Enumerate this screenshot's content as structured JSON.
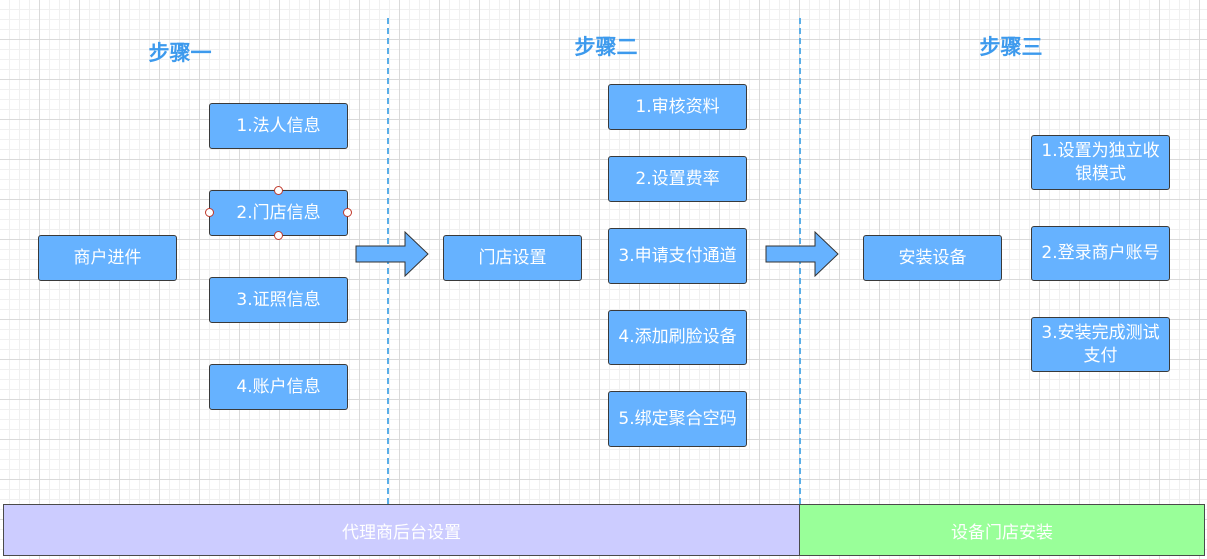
{
  "steps": {
    "one": "步骤一",
    "two": "步骤二",
    "three": "步骤三"
  },
  "column1": {
    "main": "商户进件",
    "items": [
      "1.法人信息",
      "2.门店信息",
      "3.证照信息",
      "4.账户信息"
    ]
  },
  "column2": {
    "main": "门店设置",
    "items": [
      "1.审核资料",
      "2.设置费率",
      "3.申请支付通道",
      "4.添加刷脸设备",
      "5.绑定聚合空码"
    ]
  },
  "column3": {
    "main": "安装设备",
    "items": [
      "1.设置为独立收银模式",
      "2.登录商户账号",
      "3.安装完成测试支付"
    ]
  },
  "footer": {
    "left": "代理商后台设置",
    "right": "设备门店安装"
  },
  "colors": {
    "node": "#66b2ff",
    "title": "#3d9aed",
    "band_left": "#ccccff",
    "band_right": "#99ff99"
  }
}
